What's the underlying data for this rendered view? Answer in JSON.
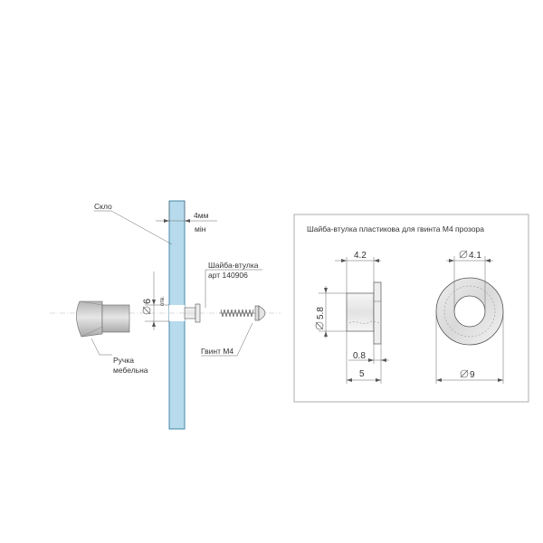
{
  "assembly": {
    "glass_label": "Скло",
    "min_thickness_value": "4мм",
    "min_thickness_unit": "мін",
    "hole_diameter": "6",
    "hole_note": "отв.",
    "washer_label": "Шайба-втулка",
    "washer_article": "арт 140906",
    "screw_label": "Гвинт M4",
    "handle_label_line1": "Ручка",
    "handle_label_line2": "мебельна"
  },
  "detail": {
    "title": "Шайба-втулка пластикова для гвинта M4 прозора",
    "dim_flange_top": "4.2",
    "dim_body_diameter": "5.8",
    "dim_flange_thickness": "0.8",
    "dim_total_length": "5",
    "dim_inner_diameter": "4.1",
    "dim_outer_diameter": "9"
  },
  "colors": {
    "glass": "#b7dbec",
    "glass_edge": "#1e6f96",
    "frame": "#999999",
    "handle_fill": "#c8c8c8"
  }
}
